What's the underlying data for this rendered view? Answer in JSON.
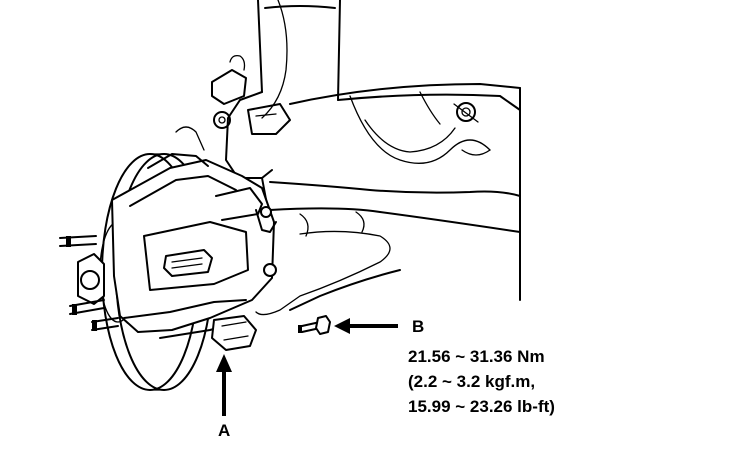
{
  "callouts": {
    "a": {
      "letter": "A"
    },
    "b": {
      "letter": "B",
      "torque_lines": [
        "21.56 ~ 31.36 Nm",
        "(2.2 ~ 3.2 kgf.m,",
        "15.99 ~ 23.26 lb-ft)"
      ]
    }
  },
  "colors": {
    "ink": "#000000",
    "paper": "#ffffff"
  },
  "icons": {
    "arrow_a": "up-arrow-icon",
    "arrow_b": "left-arrow-icon",
    "bolt_b": "bolt-icon"
  }
}
